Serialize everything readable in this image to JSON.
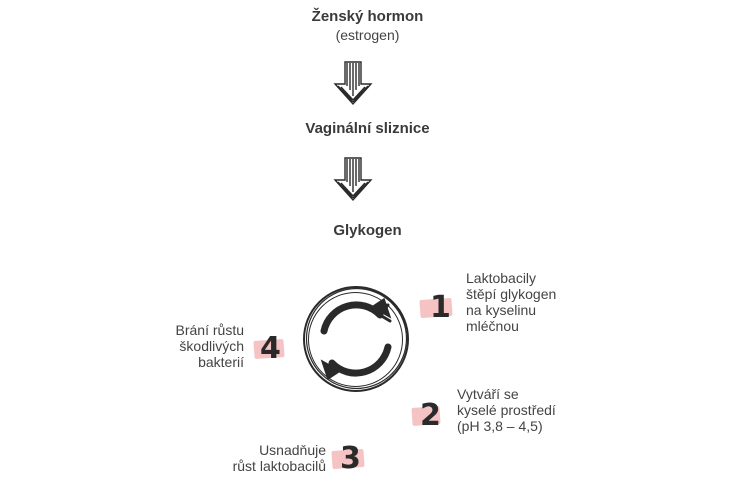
{
  "chain": {
    "node1": {
      "title": "Ženský hormon",
      "subtitle": "(estrogen)"
    },
    "node2": {
      "title": "Vaginální sliznice"
    },
    "node3": {
      "title": "Glykogen"
    }
  },
  "cycle": {
    "icon": "cycle-arrows-icon",
    "steps": [
      {
        "number": "1",
        "lines": [
          "Laktobacily",
          "štěpí glykogen",
          "na kyselinu",
          "mléčnou"
        ]
      },
      {
        "number": "2",
        "lines": [
          "Vytváří se",
          "kyselé prostředí",
          "(pH 3,8 – 4,5)"
        ]
      },
      {
        "number": "3",
        "lines": [
          "Usnadňuje",
          "růst laktobacilů"
        ]
      },
      {
        "number": "4",
        "lines": [
          "Brání růstu",
          "škodlivých",
          "bakterií"
        ]
      }
    ]
  },
  "colors": {
    "highlight": "#f5c3c3",
    "ink": "#2a2a2a",
    "text": "#444444"
  }
}
